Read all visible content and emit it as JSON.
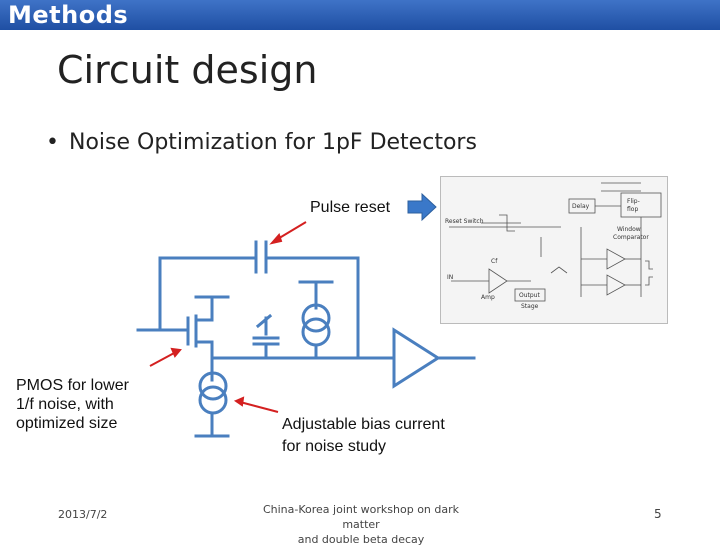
{
  "header": {
    "section": "Methods"
  },
  "slide": {
    "title": "Circuit design",
    "bullet": "Noise Optimization for 1pF Detectors"
  },
  "annotations": {
    "pulse_reset": "Pulse reset",
    "pmos_line1": "PMOS for lower",
    "pmos_line2": "1/f noise, with",
    "pmos_line3": "optimized size",
    "bias_line1": "Adjustable bias current",
    "bias_line2": "for noise study"
  },
  "inset": {
    "delay": "Delay",
    "flipflop1": "Flip-",
    "flipflop2": "flop",
    "window1": "Window",
    "window2": "Comparator",
    "reset_switch": "Reset Switch",
    "cf": "Cf",
    "in": "IN",
    "amp": "Amp",
    "output1": "Output",
    "output2": "Stage"
  },
  "footer": {
    "date": "2013/7/2",
    "event_line1": "China-Korea joint workshop on dark matter",
    "event_line2": "and double beta decay",
    "page": "5"
  },
  "colors": {
    "bar": "#2a5db0",
    "circuit": "#4a7fbf",
    "arrow_red": "#d42020",
    "arrow_blue": "#3a78c9"
  }
}
